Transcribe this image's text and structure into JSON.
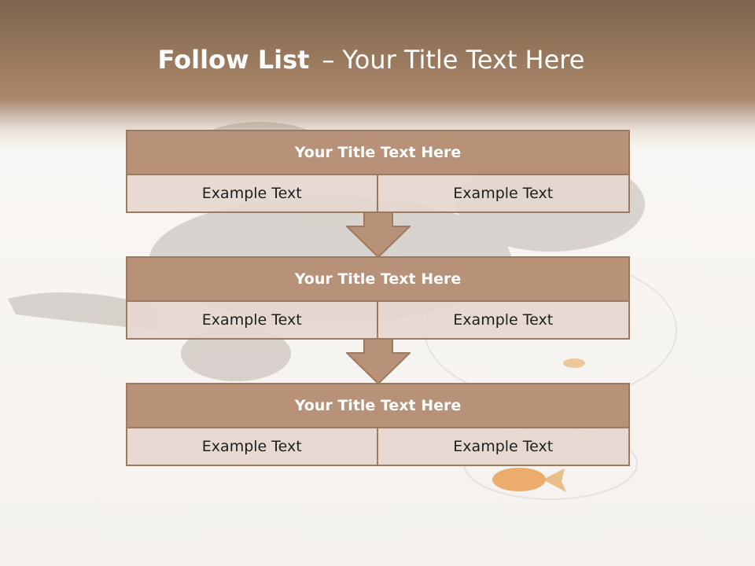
{
  "slide": {
    "title_bold": "Follow List",
    "title_dash": "–",
    "title_rest": "Your Title Text Here"
  },
  "blocks": [
    {
      "title": "Your Title Text Here",
      "left": "Example Text",
      "right": "Example Text"
    },
    {
      "title": "Your Title Text Here",
      "left": "Example Text",
      "right": "Example Text"
    },
    {
      "title": "Your Title Text Here",
      "left": "Example Text",
      "right": "Example Text"
    }
  ],
  "colors": {
    "header_brown": "#8b6f55",
    "block_title_fill": "#b79278",
    "block_cell_fill": "#e5d7cf",
    "border": "#9c7a5f",
    "arrow_fill": "#b79278"
  }
}
